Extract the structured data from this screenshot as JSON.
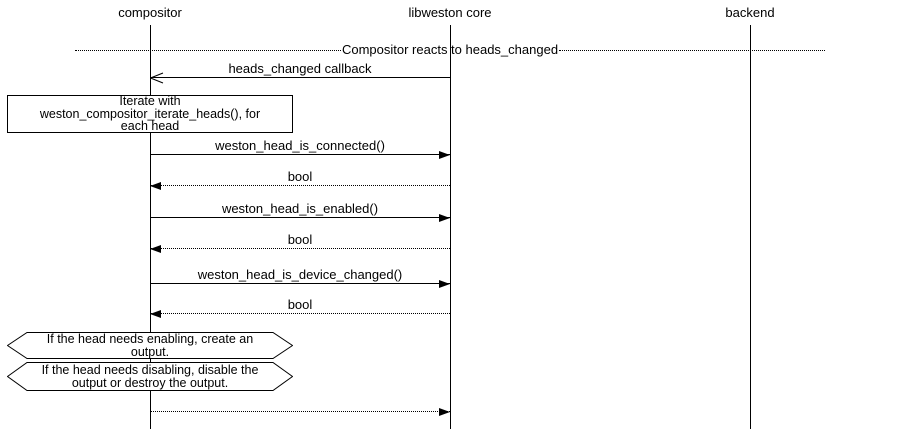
{
  "diagram": {
    "type": "sequence-diagram",
    "colors": {
      "line": "#000000",
      "background": "#ffffff"
    },
    "actors": [
      {
        "id": "compositor",
        "label": "compositor"
      },
      {
        "id": "libweston-core",
        "label": "libweston core"
      },
      {
        "id": "backend",
        "label": "backend"
      }
    ],
    "divider_label": "Compositor reacts to heads_changed",
    "messages": [
      {
        "label": "heads_changed callback",
        "from": "libweston core",
        "to": "compositor",
        "line": "solid",
        "arrowhead": "open"
      },
      {
        "label": "weston_head_is_connected()",
        "from": "compositor",
        "to": "libweston core",
        "line": "solid",
        "arrowhead": "filled"
      },
      {
        "label": "bool",
        "from": "libweston core",
        "to": "compositor",
        "line": "dotted",
        "arrowhead": "filled"
      },
      {
        "label": "weston_head_is_enabled()",
        "from": "compositor",
        "to": "libweston core",
        "line": "solid",
        "arrowhead": "filled"
      },
      {
        "label": "bool",
        "from": "libweston core",
        "to": "compositor",
        "line": "dotted",
        "arrowhead": "filled"
      },
      {
        "label": "weston_head_is_device_changed()",
        "from": "compositor",
        "to": "libweston core",
        "line": "solid",
        "arrowhead": "filled"
      },
      {
        "label": "bool",
        "from": "libweston core",
        "to": "compositor",
        "line": "dotted",
        "arrowhead": "filled"
      },
      {
        "label": "",
        "from": "compositor",
        "to": "libweston core",
        "line": "dotted",
        "arrowhead": "filled"
      }
    ],
    "note": {
      "text": "Iterate with\nweston_compositor_iterate_heads(), for\neach head"
    },
    "conditions": [
      {
        "text": "If the head needs enabling, create an\noutput."
      },
      {
        "text": "If the head needs disabling, disable the\noutput or destroy the output."
      }
    ]
  }
}
